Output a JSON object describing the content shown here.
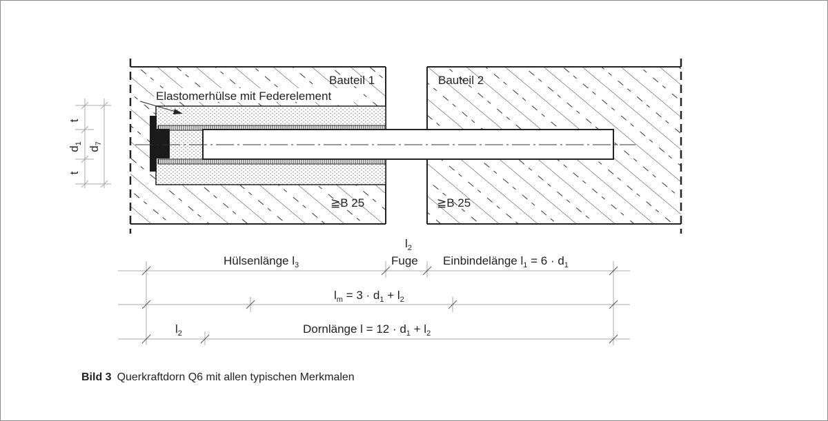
{
  "diagram": {
    "bauteil1_label": "Bauteil 1",
    "bauteil2_label": "Bauteil 2",
    "sleeve_label": "Elastomerhülse mit Federelement",
    "concrete1_label": "≧B 25",
    "concrete2_label": "≧B 25",
    "left_dims": {
      "t_top": "t",
      "d1": "d",
      "d1_sub": "1",
      "d7": "d",
      "d7_sub": "7",
      "t_bottom": "t"
    },
    "row1": {
      "huelse": "Hülsenlänge l",
      "huelse_sub": "3",
      "l2": "l",
      "l2_sub": "2",
      "fuge": "Fuge",
      "einbinde": "Einbindelänge l",
      "einbinde_sub": "1",
      "einbinde_rest": " = 6 · d",
      "einbinde_rest_sub": "1"
    },
    "row2": {
      "lm": "l",
      "lm_sub": "m",
      "lm_rest": " = 3 · d",
      "lm_rest_sub": "1",
      "lm_tail": " + l",
      "lm_tail_sub": "2"
    },
    "row3": {
      "l2": "l",
      "l2_sub": "2",
      "dorn": "Dornlänge l = 12 · d",
      "dorn_sub": "1",
      "dorn_tail": " + l",
      "dorn_tail_sub": "2"
    }
  },
  "caption": {
    "label": "Bild 3",
    "text": "Querkraftdorn Q6 mit allen typischen Merkmalen"
  }
}
